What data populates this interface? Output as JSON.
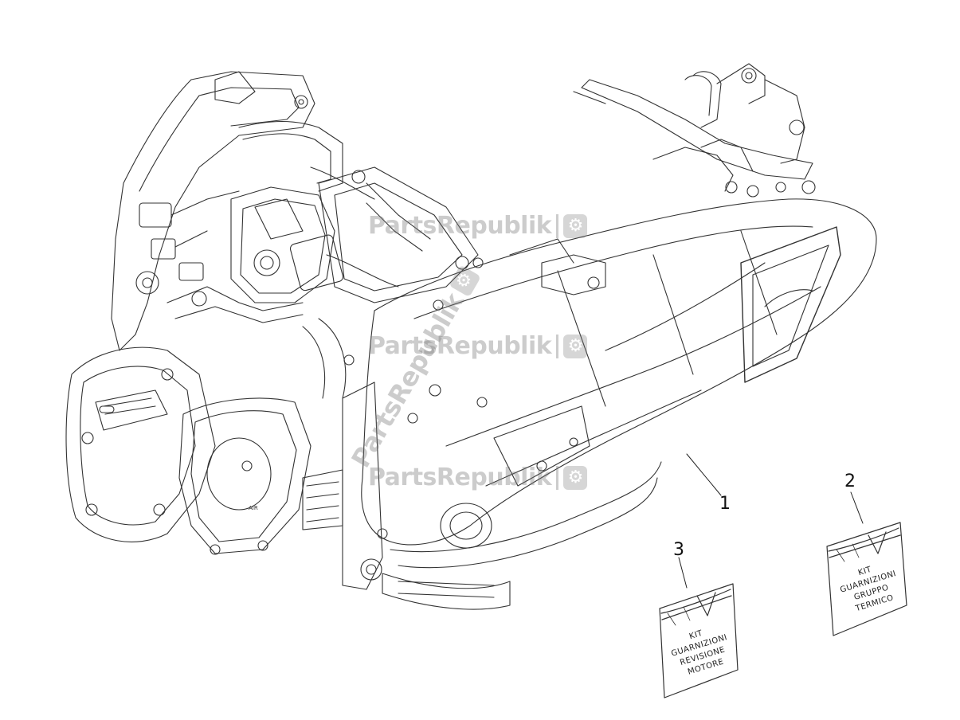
{
  "watermark": {
    "text": "PartsRepublik",
    "gear_icon": "gear-icon",
    "color": "#787878"
  },
  "callouts": [
    "1",
    "2",
    "3"
  ],
  "kit_2": [
    "KIT",
    "GUARNIZIONI",
    "GRUPPO",
    "TERMICO"
  ],
  "kit_3": [
    "KIT",
    "GUARNIZIONI",
    "REVISIONE",
    "MOTORE"
  ],
  "colors": {
    "line": "#333333",
    "fill": "#ffffff"
  }
}
